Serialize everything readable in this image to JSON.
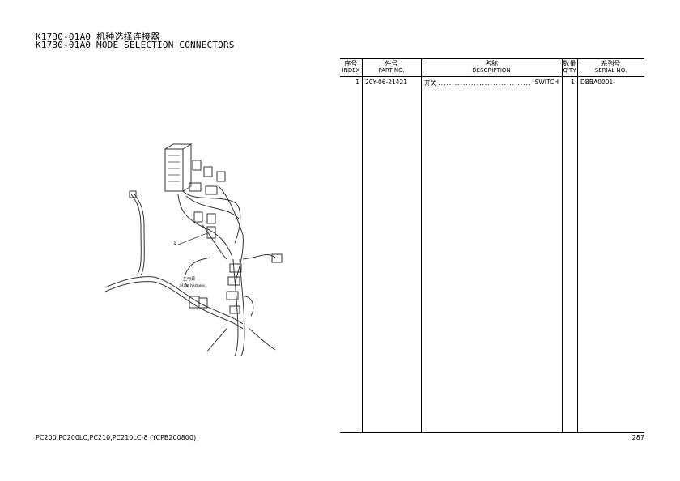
{
  "title": {
    "line1": "K1730-01A0 机种选择连接器",
    "line2": "K1730-01A0 MODE SELECTION CONNECTORS"
  },
  "table": {
    "headers": {
      "index_zh": "序号",
      "index_en": "INDEX",
      "part_zh": "件号",
      "part_en": "PART NO.",
      "desc_zh": "名称",
      "desc_en": "DESCRIPTION",
      "qty_zh": "数量",
      "qty_en": "Q'TY",
      "serial_zh": "系列号",
      "serial_en": "SERIAL NO."
    },
    "rows": [
      {
        "index": "1",
        "part_no": "20Y-06-21421",
        "desc_zh": "开关",
        "dots": "..................................",
        "desc_en": "SWITCH",
        "qty": "1",
        "serial": "DBBA0001-"
      }
    ]
  },
  "drawing": {
    "callout_index": "1",
    "label_zh": "主电源",
    "label_en": "Main harness"
  },
  "footer": {
    "models": "PC200,PC200LC,PC210,PC210LC-8 (YCPB200800)",
    "page": "287"
  }
}
